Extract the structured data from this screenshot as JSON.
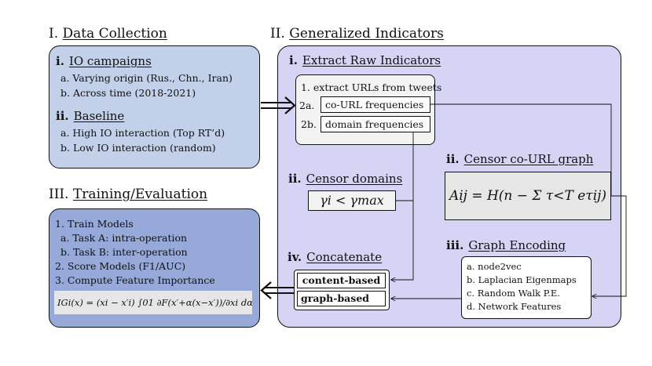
{
  "section1": {
    "numeral": "I.",
    "title": "Data Collection",
    "io_label": "i.",
    "io_title": "IO campaigns",
    "io_items": [
      "a.  Varying origin (Rus., Chn., Iran)",
      "b.  Across time (2018-2021)"
    ],
    "base_label": "ii.",
    "base_title": "Baseline",
    "base_items": [
      "a.  High IO interaction (Top RT’d)",
      "b.  Low IO interaction (random)"
    ]
  },
  "section2": {
    "numeral": "II.",
    "title": "Generalized Indicators",
    "extract_label": "i.",
    "extract_title": "Extract Raw Indicators",
    "extract_step": "1. extract URLs from tweets",
    "step2a": "2a.",
    "step2a_box": "co-URL frequencies",
    "step2b": "2b.",
    "step2b_box": "domain frequencies",
    "censor_domains_label": "ii.",
    "censor_domains_title": "Censor domains",
    "censor_domains_formula": "γi < γmax",
    "censor_graph_label": "ii.",
    "censor_graph_title": "Censor co-URL graph",
    "censor_graph_formula": "Aij = H(n − Σ τ<T eτij)",
    "encoding_label": "iii.",
    "encoding_title": "Graph Encoding",
    "encoding_items": [
      "a.  node2vec",
      "b.  Laplacian Eigenmaps",
      "c.  Random Walk P.E.",
      "d.  Network Features"
    ],
    "concat_label": "iv.",
    "concat_title": "Concatenate",
    "concat_content": "content-based",
    "concat_graph": "graph-based"
  },
  "section3": {
    "numeral": "III.",
    "title": "Training/Evaluation",
    "items": [
      "1.  Train Models",
      "a.  Task A: intra-operation",
      "b.  Task B: inter-operation",
      "2.  Score Models (F1/AUC)",
      "3.  Compute Feature Importance"
    ],
    "formula": "IGi(x) = (xi − x′i) ∫01 ∂F(x′+α(x−x′))/∂xi dα"
  },
  "colors": {
    "section1_bg": "#c2d0ea",
    "section2_bg": "#d5d4f5",
    "section3_bg": "#96a9d8",
    "inner_bg": "#f3f3f3",
    "formula_bg": "#e6e6e6"
  }
}
